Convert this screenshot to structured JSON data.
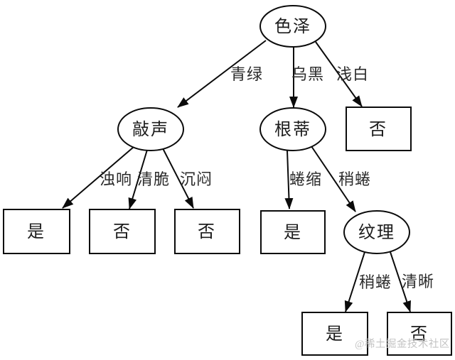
{
  "diagram": {
    "kind": "decision-tree",
    "nodes": [
      {
        "id": "seze",
        "label": "色泽",
        "shape": "ellipse"
      },
      {
        "id": "qiaosheng",
        "label": "敲声",
        "shape": "ellipse"
      },
      {
        "id": "gendi",
        "label": "根蒂",
        "shape": "ellipse"
      },
      {
        "id": "leaf-no-1",
        "label": "否",
        "shape": "rect"
      },
      {
        "id": "leaf-yes-1",
        "label": "是",
        "shape": "rect"
      },
      {
        "id": "leaf-no-2",
        "label": "否",
        "shape": "rect"
      },
      {
        "id": "leaf-no-3",
        "label": "否",
        "shape": "rect"
      },
      {
        "id": "leaf-yes-2",
        "label": "是",
        "shape": "rect"
      },
      {
        "id": "wenli",
        "label": "纹理",
        "shape": "ellipse"
      },
      {
        "id": "leaf-yes-3",
        "label": "是",
        "shape": "rect"
      },
      {
        "id": "leaf-no-4",
        "label": "否",
        "shape": "rect"
      }
    ],
    "edges": [
      {
        "from": "色泽",
        "to": "敲声",
        "label": "青绿"
      },
      {
        "from": "色泽",
        "to": "根蒂",
        "label": "乌黑"
      },
      {
        "from": "色泽",
        "to": "否",
        "label": "浅白"
      },
      {
        "from": "敲声",
        "to": "是",
        "label": "浊响"
      },
      {
        "from": "敲声",
        "to": "否",
        "label": "清脆"
      },
      {
        "from": "敲声",
        "to": "否",
        "label": "沉闷"
      },
      {
        "from": "根蒂",
        "to": "是",
        "label": "蜷缩"
      },
      {
        "from": "根蒂",
        "to": "纹理",
        "label": "稍蜷"
      },
      {
        "from": "纹理",
        "to": "是",
        "label": "稍蜷"
      },
      {
        "from": "纹理",
        "to": "否",
        "label": "清晰"
      }
    ],
    "colors": {
      "stroke": "#0b0b0b",
      "text": "#1c1c1c",
      "background": "#ffffff"
    }
  },
  "watermark": {
    "text": "@稀土掘金技术社区",
    "color": "#c3c3c3"
  }
}
